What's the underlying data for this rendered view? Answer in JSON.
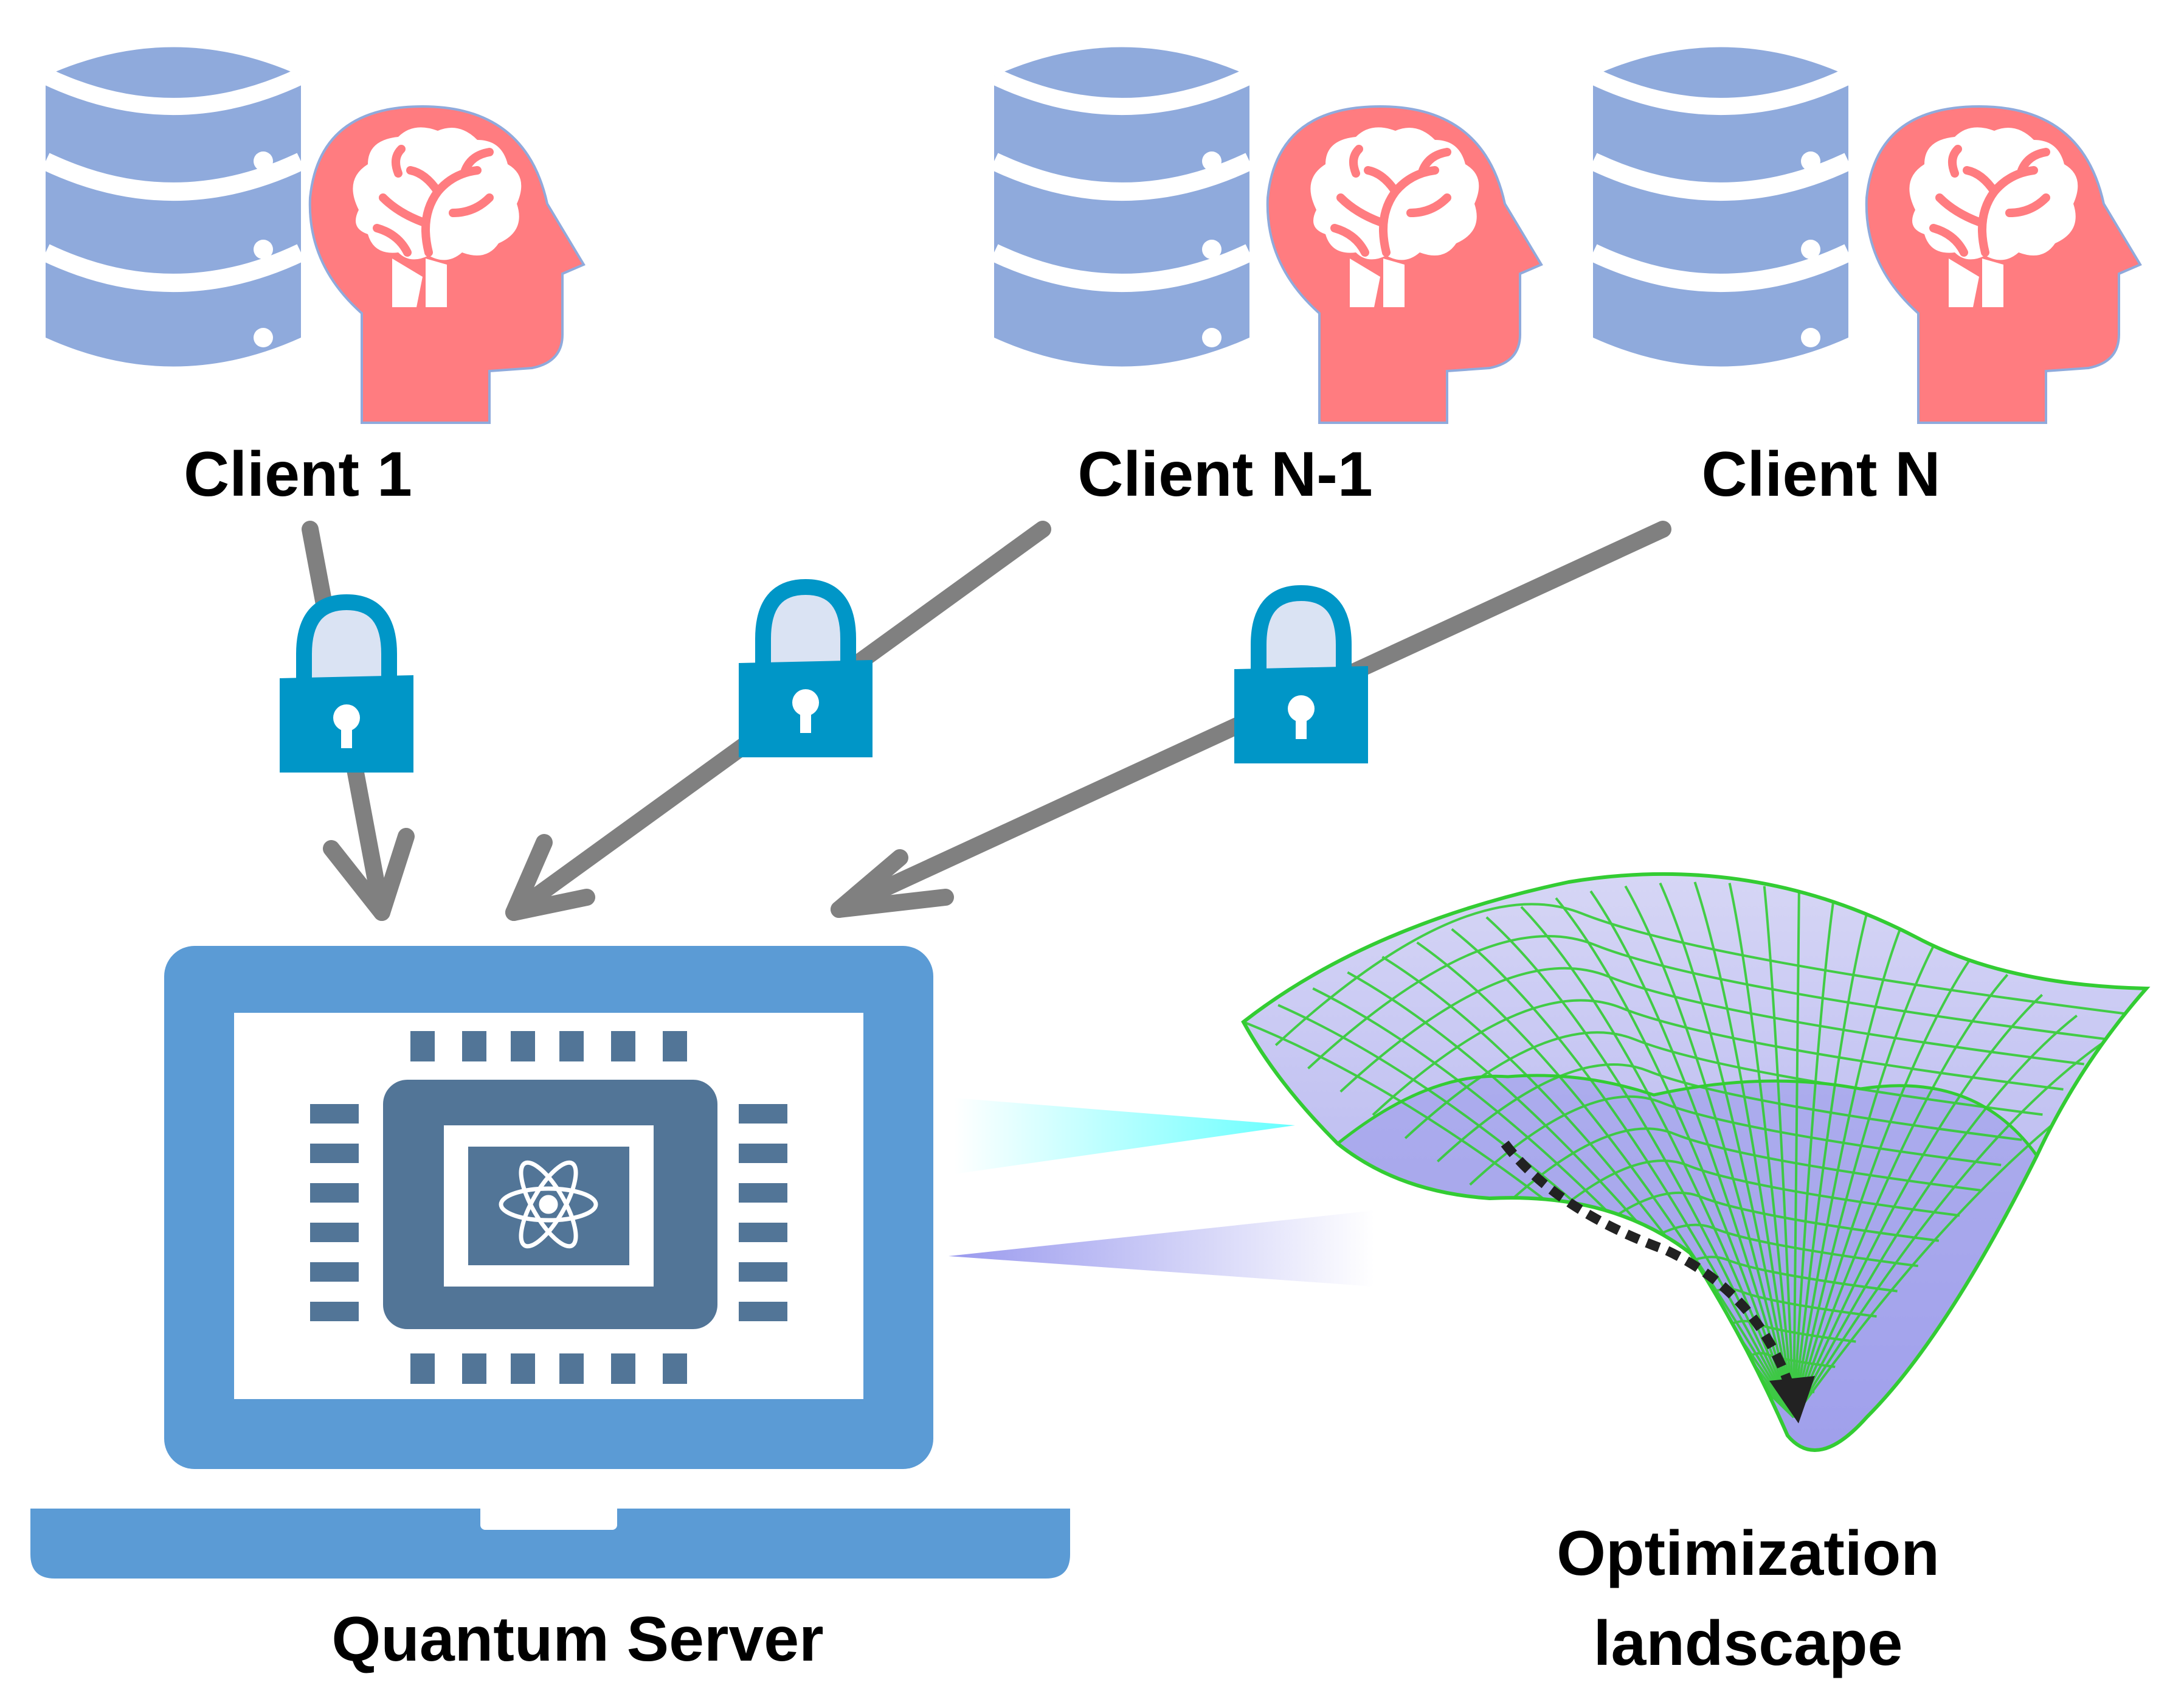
{
  "clients": [
    {
      "label": "Client 1"
    },
    {
      "label": "Client N-1"
    },
    {
      "label": "Client N"
    }
  ],
  "server": {
    "label": "Quantum Server"
  },
  "landscape": {
    "line1": "Optimization",
    "line2": "landscape"
  },
  "icons": {
    "database": "database-icon",
    "brain_head": "brain-head-icon",
    "lock": "padlock-icon",
    "laptop": "laptop-icon",
    "chip": "quantum-chip-icon",
    "atom": "atom-icon",
    "surface": "loss-surface-icon"
  },
  "colors": {
    "database": "#8faadc",
    "head": "#ff7c80",
    "lock_body": "#0096c7",
    "lock_shackle_fill": "#dae3f3",
    "arrow": "#808080",
    "laptop": "#5b9bd5",
    "chip": "#527597",
    "mesh_line": "#33cc33",
    "mesh_fill": "#b4b4f0"
  }
}
